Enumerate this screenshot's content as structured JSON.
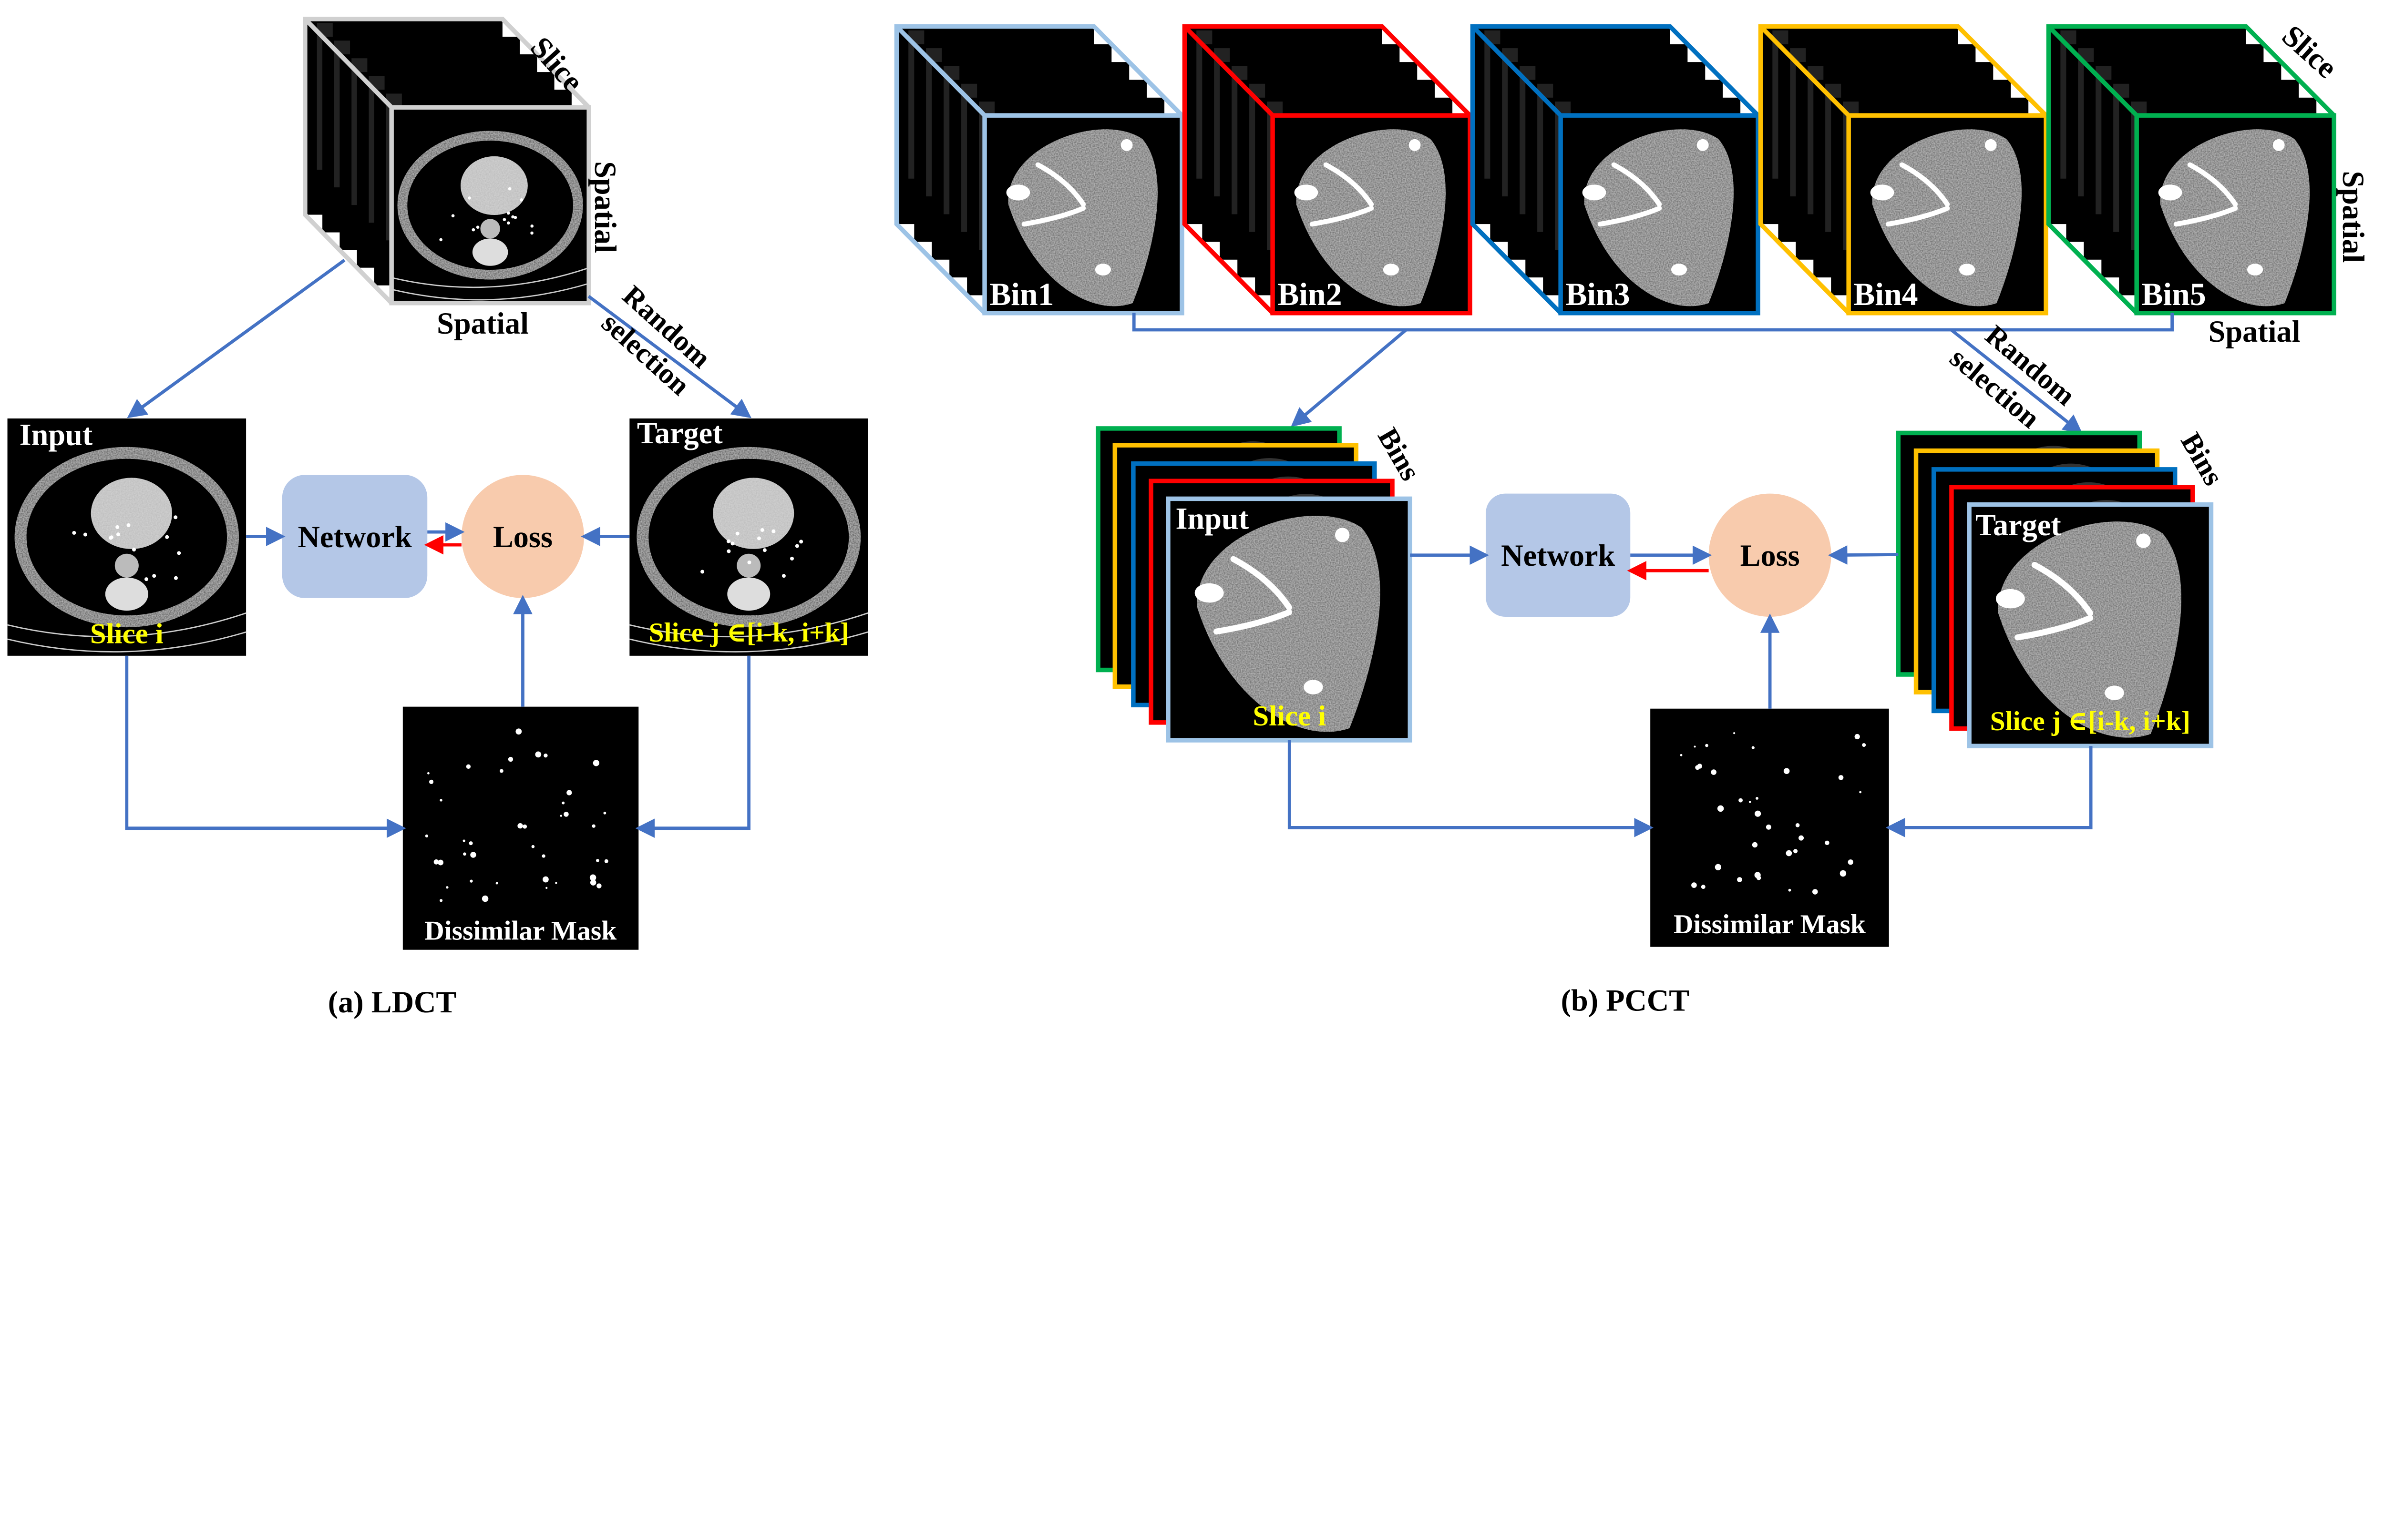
{
  "colors": {
    "arrow": "#4472C4",
    "back_arrow": "#FF0000",
    "network_fill": "#B4C7E7",
    "loss_fill": "#F8CBAD",
    "slice_text": "#FFFF00",
    "ldct_cube": "#D0D0D0",
    "bins": [
      "#9DC3E6",
      "#FF0000",
      "#0070C0",
      "#FFC000",
      "#00B050"
    ]
  },
  "ldct": {
    "cube_labels": {
      "slice": "Slice",
      "spatial_v": "Spatial",
      "spatial_h": "Spatial"
    },
    "random_selection": [
      "Random",
      "selection"
    ],
    "input_label": "Input",
    "input_slice": "Slice i",
    "target_label": "Target",
    "target_slice": "Slice j ∈[i-k, i+k]",
    "network": "Network",
    "loss": "Loss",
    "mask": "Dissimilar Mask",
    "caption": "(a) LDCT"
  },
  "pcct": {
    "bins": [
      "Bin1",
      "Bin2",
      "Bin3",
      "Bin4",
      "Bin5"
    ],
    "cube_labels": {
      "slice": "Slice",
      "spatial_v": "Spatial",
      "spatial_h": "Spatial"
    },
    "random_selection": [
      "Random",
      "selection"
    ],
    "bins_label": "Bins",
    "input_label": "Input",
    "input_slice": "Slice i",
    "target_label": "Target",
    "target_slice": "Slice j ∈[i-k, i+k]",
    "network": "Network",
    "loss": "Loss",
    "mask": "Dissimilar Mask",
    "caption": "(b) PCCT"
  }
}
